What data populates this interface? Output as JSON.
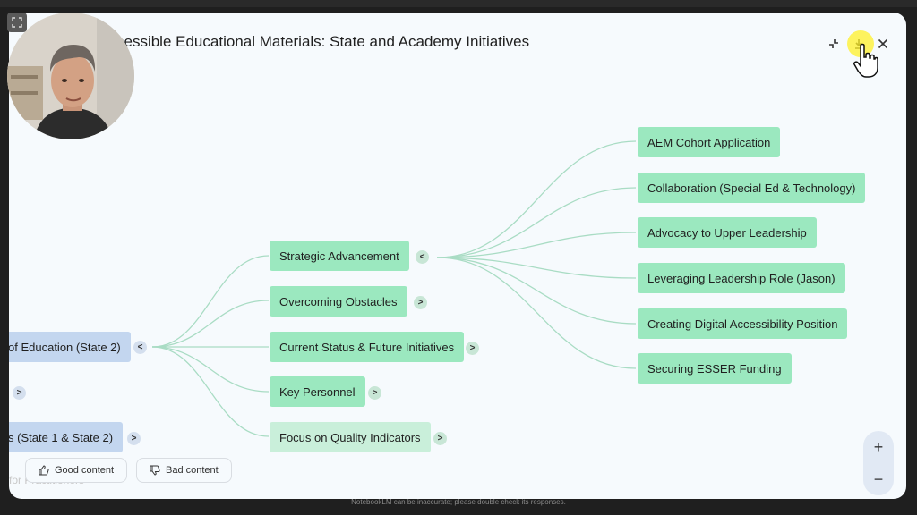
{
  "header": {
    "title": "cessible Educational Materials: State and Academy Initiatives",
    "collapse_icon": "collapse-icon",
    "download_icon": "download-icon",
    "close_icon": "close-icon"
  },
  "mindmap": {
    "left_nodes": [
      {
        "label": "of Education (State 2)",
        "toggle": "<"
      },
      {
        "label": "",
        "toggle": ">"
      },
      {
        "label": "s (State 1 & State 2)",
        "toggle": ">"
      }
    ],
    "mid_nodes": [
      {
        "label": "Strategic Advancement",
        "toggle": "<"
      },
      {
        "label": "Overcoming Obstacles",
        "toggle": ">"
      },
      {
        "label": "Current Status & Future Initiatives",
        "toggle": ">"
      },
      {
        "label": "Key Personnel",
        "toggle": ">"
      },
      {
        "label": "Focus on Quality Indicators",
        "toggle": ">"
      }
    ],
    "right_nodes": [
      {
        "label": "AEM Cohort Application"
      },
      {
        "label": "Collaboration (Special Ed & Technology)"
      },
      {
        "label": "Advocacy to Upper Leadership"
      },
      {
        "label": "Leveraging Leadership Role (Jason)"
      },
      {
        "label": "Creating Digital Accessibility Position"
      },
      {
        "label": "Securing ESSER Funding"
      }
    ],
    "faded_label": "for Practitioners"
  },
  "feedback": {
    "good_label": "Good content",
    "bad_label": "Bad content"
  },
  "zoom": {
    "plus_label": "+",
    "minus_label": "−"
  },
  "footer": {
    "disclaimer": "NotebookLM can be inaccurate; please double check its responses."
  },
  "colors": {
    "node_green": "#9be8bf",
    "node_blue": "#c3d6ef",
    "edge": "#a9dcc4",
    "panel_bg": "#f6fafd"
  }
}
